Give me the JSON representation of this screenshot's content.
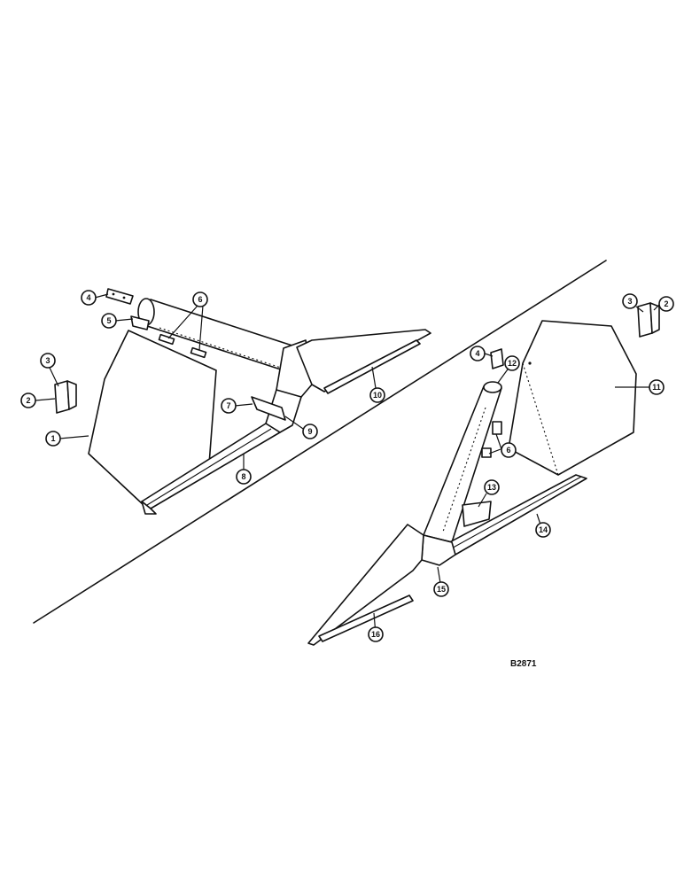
{
  "callouts": {
    "c1": "1",
    "c2a": "2",
    "c3a": "3",
    "c4a": "4",
    "c5": "5",
    "c6a": "6",
    "c7": "7",
    "c8": "8",
    "c9": "9",
    "c10": "10",
    "c3b": "3",
    "c2b": "2",
    "c4b": "4",
    "c12": "12",
    "c11": "11",
    "c6b": "6",
    "c13": "13",
    "c14": "14",
    "c15": "15",
    "c16": "16"
  },
  "reference_code": "B2871"
}
